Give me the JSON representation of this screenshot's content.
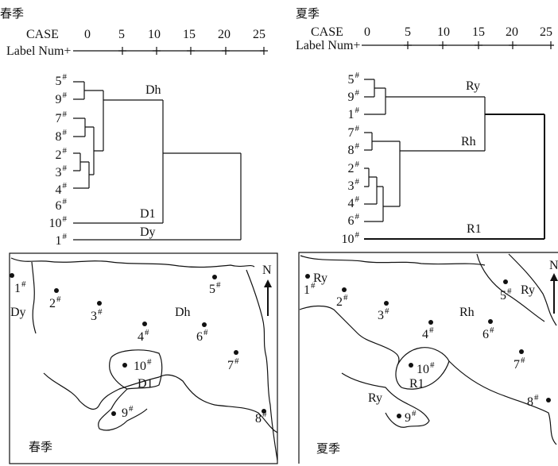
{
  "panels": [
    {
      "id": "spring",
      "season_title": "春季",
      "header": {
        "case_label": "CASE",
        "label_num": "Label Num+",
        "scale": [
          "0",
          "5",
          "10",
          "15",
          "20",
          "25"
        ]
      },
      "leaves": [
        "5#",
        "9#",
        "7#",
        "8#",
        "2#",
        "3#",
        "4#",
        "6#",
        "10#",
        "1#"
      ],
      "clusters": [
        "Dh",
        "D1",
        "Dy"
      ],
      "map": {
        "season_label": "春季",
        "north": "N",
        "sites": [
          "1#",
          "2#",
          "3#",
          "4#",
          "5#",
          "6#",
          "7#",
          "8#",
          "9#",
          "10#"
        ],
        "zones": [
          "Dy",
          "Dh",
          "D1"
        ]
      }
    },
    {
      "id": "summer",
      "season_title": "夏季",
      "header": {
        "case_label": "CASE",
        "label_num": "Label Num+",
        "scale": [
          "0",
          "5",
          "10",
          "15",
          "20",
          "25"
        ]
      },
      "leaves": [
        "5#",
        "9#",
        "1#",
        "7#",
        "8#",
        "2#",
        "3#",
        "4#",
        "6#",
        "10#"
      ],
      "clusters": [
        "Ry",
        "Rh",
        "R1"
      ],
      "map": {
        "season_label": "夏季",
        "north": "N",
        "sites": [
          "1#",
          "2#",
          "3#",
          "4#",
          "5#",
          "6#",
          "7#",
          "8#",
          "9#",
          "10#"
        ],
        "zones": [
          "Ry",
          "Rh",
          "R1",
          "Ry",
          "Ry"
        ]
      }
    }
  ]
}
